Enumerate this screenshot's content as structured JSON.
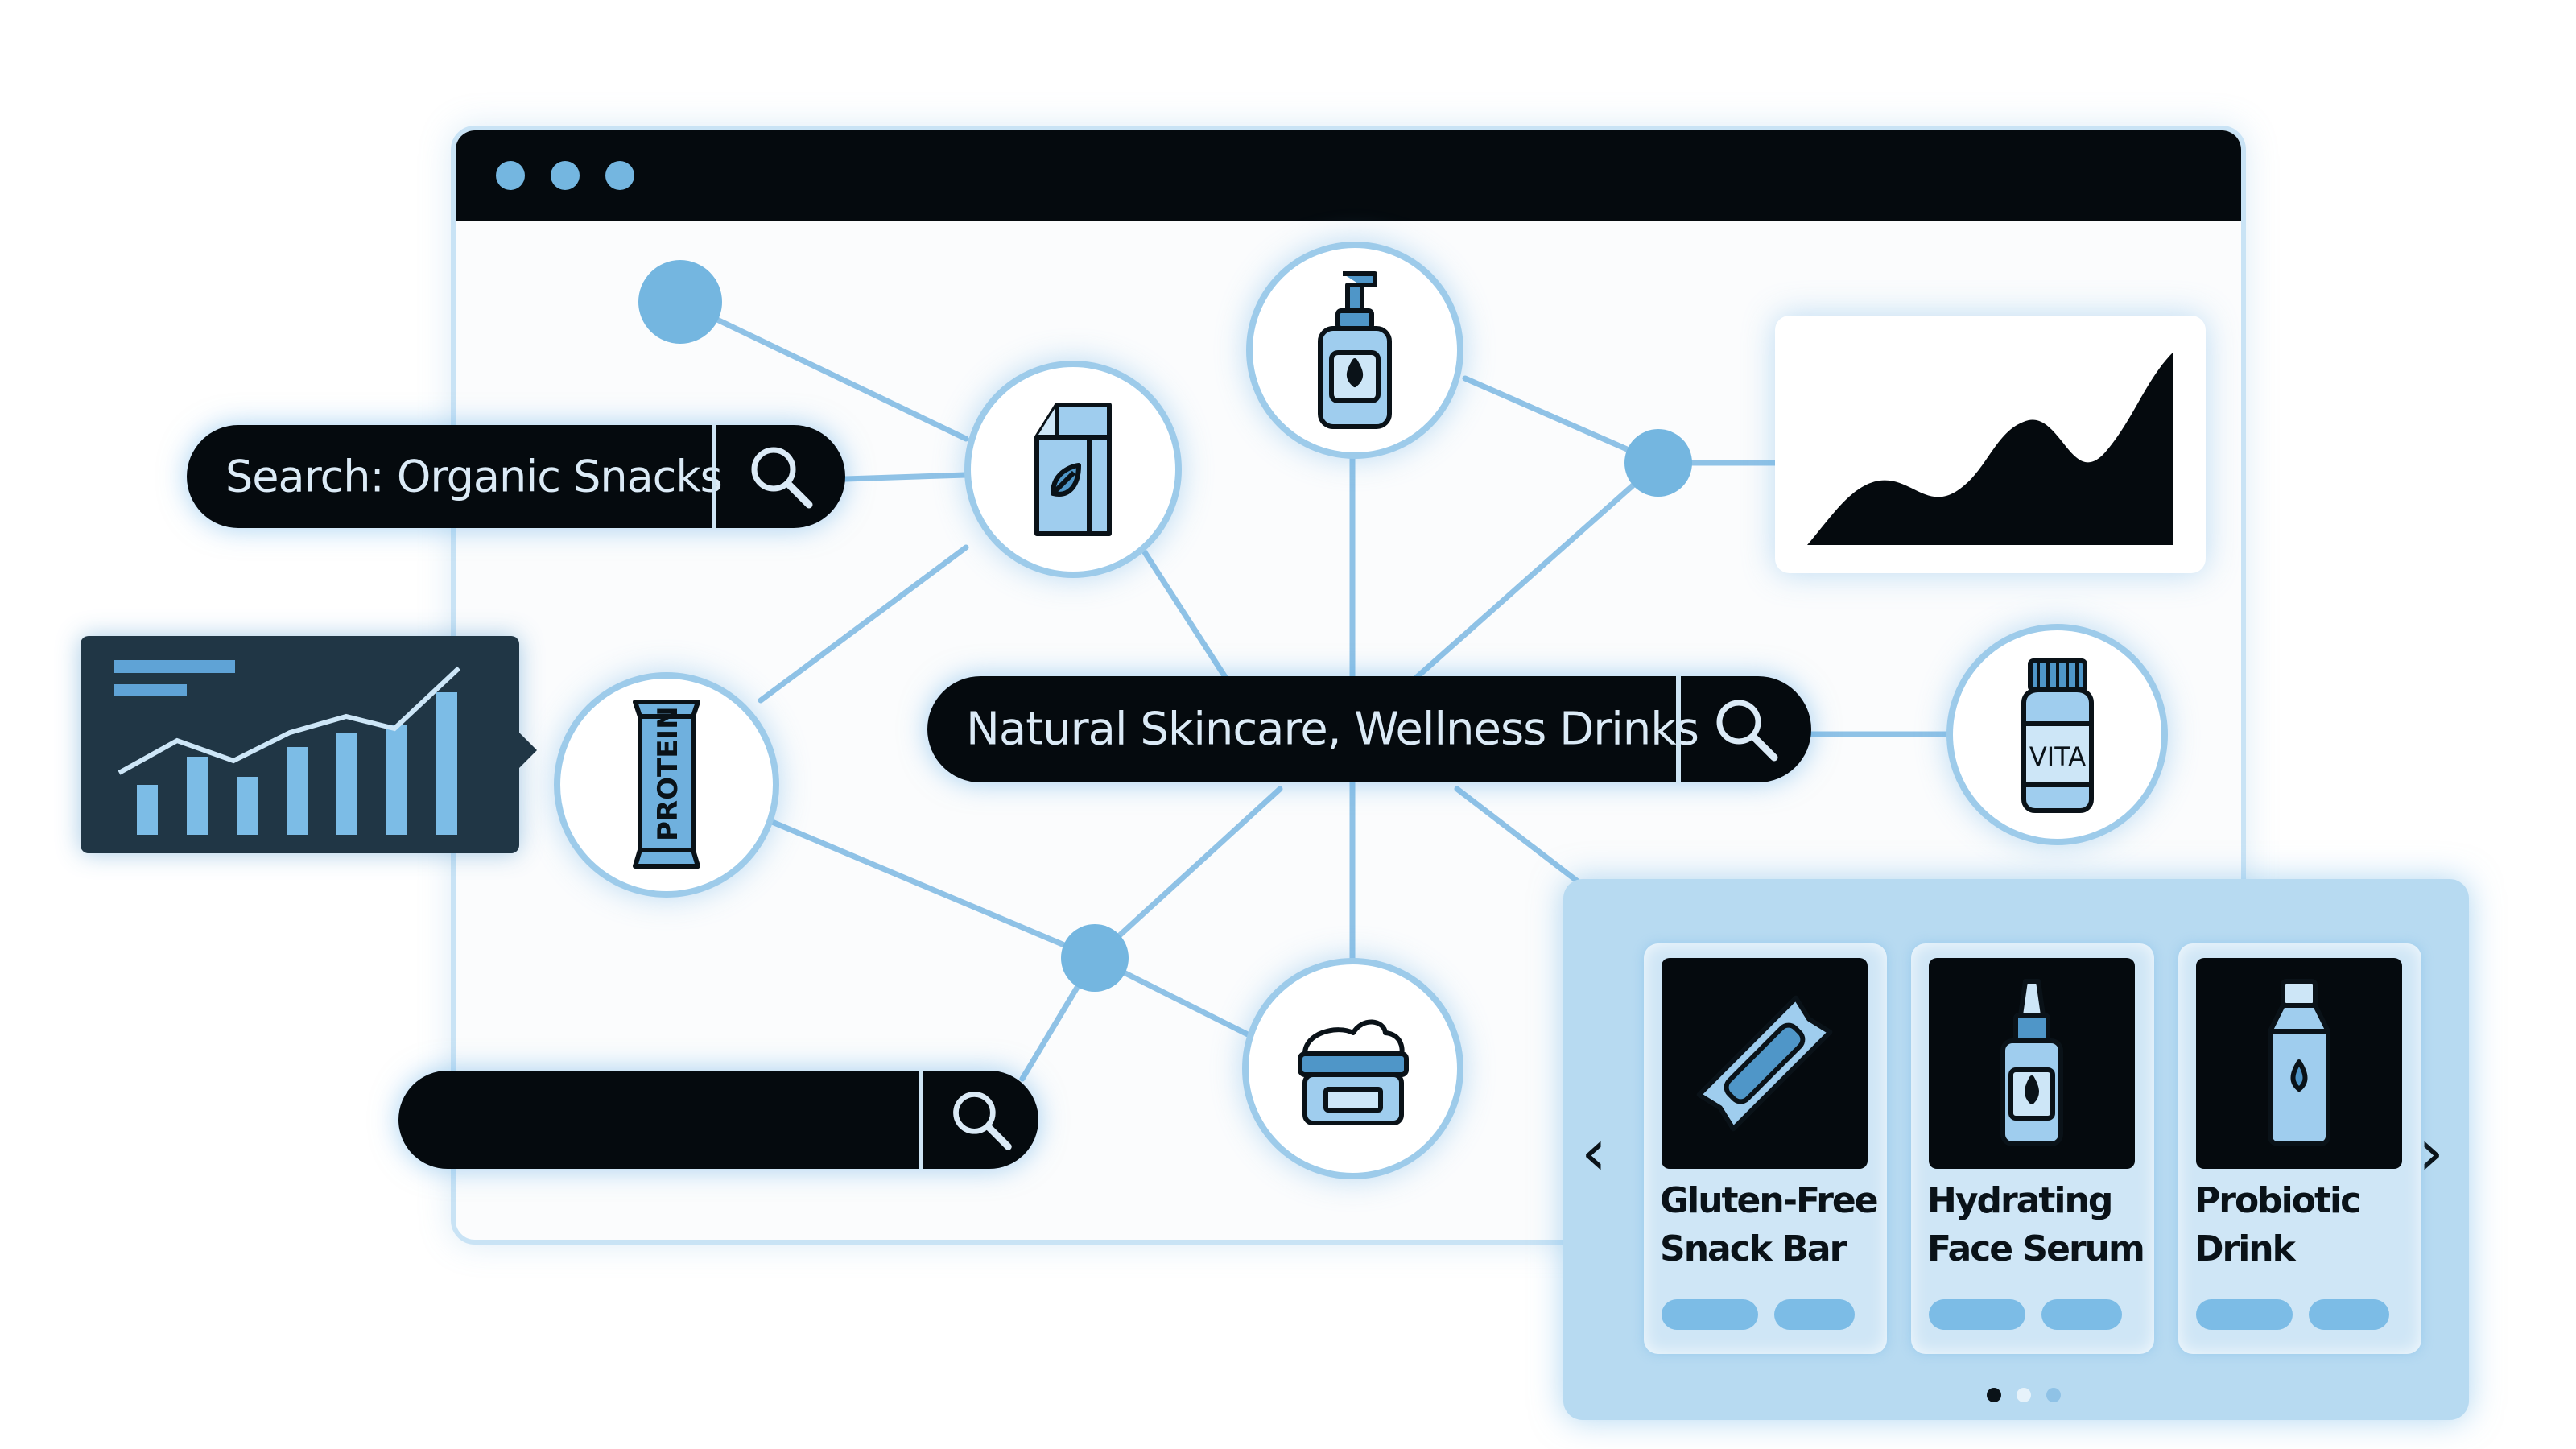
{
  "window": {
    "controls": [
      "window-dot-1",
      "window-dot-2",
      "window-dot-3"
    ]
  },
  "search_bars": {
    "organic": {
      "text": "Search: Organic Snacks"
    },
    "main": {
      "text": "Natural Skincare, Wellness Drinks"
    },
    "empty": {
      "text": ""
    }
  },
  "nodes": {
    "milk": {
      "icon": "milk-carton-icon"
    },
    "pump": {
      "icon": "pump-bottle-icon"
    },
    "protein": {
      "icon": "protein-bar-icon",
      "label": "PROTEIN"
    },
    "vita": {
      "icon": "vitamin-bottle-icon",
      "label": "VITA"
    },
    "cream": {
      "icon": "cream-jar-icon"
    }
  },
  "carousel": {
    "prev_icon": "chevron-left-icon",
    "next_icon": "chevron-right-icon",
    "products": [
      {
        "name_line1": "Gluten-Free",
        "name_line2": "Snack Bar",
        "icon": "snack-bar-icon"
      },
      {
        "name_line1": "Hydrating",
        "name_line2": "Face Serum",
        "icon": "serum-bottle-icon"
      },
      {
        "name_line1": "Probiotic",
        "name_line2": "Drink",
        "icon": "drink-bottle-icon"
      }
    ],
    "page_count": 3,
    "active_page": 1
  },
  "colors": {
    "accent_blue": "#74b6e0",
    "line_blue": "#8fc2e6",
    "dark": "#050a0e",
    "panel_blue": "#b7daf1"
  }
}
